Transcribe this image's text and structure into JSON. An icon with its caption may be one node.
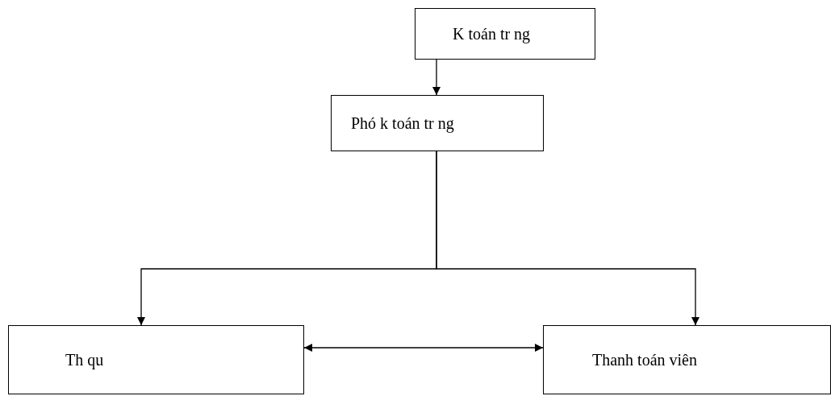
{
  "diagram": {
    "nodes": [
      {
        "text": [
          "K toán tr ng"
        ]
      },
      {
        "text": [
          "Phó k toán tr ng"
        ]
      },
      {
        "text": [
          "Th qu"
        ]
      },
      {
        "text": [
          "Thanh toán viên"
        ]
      }
    ],
    "edges": [
      {
        "from": 0,
        "to": 1,
        "arrow": "to"
      },
      {
        "from": 1,
        "to": 2,
        "arrow": "to"
      },
      {
        "from": 1,
        "to": 3,
        "arrow": "to"
      },
      {
        "from": 2,
        "to": 3,
        "arrow": "both"
      }
    ]
  }
}
